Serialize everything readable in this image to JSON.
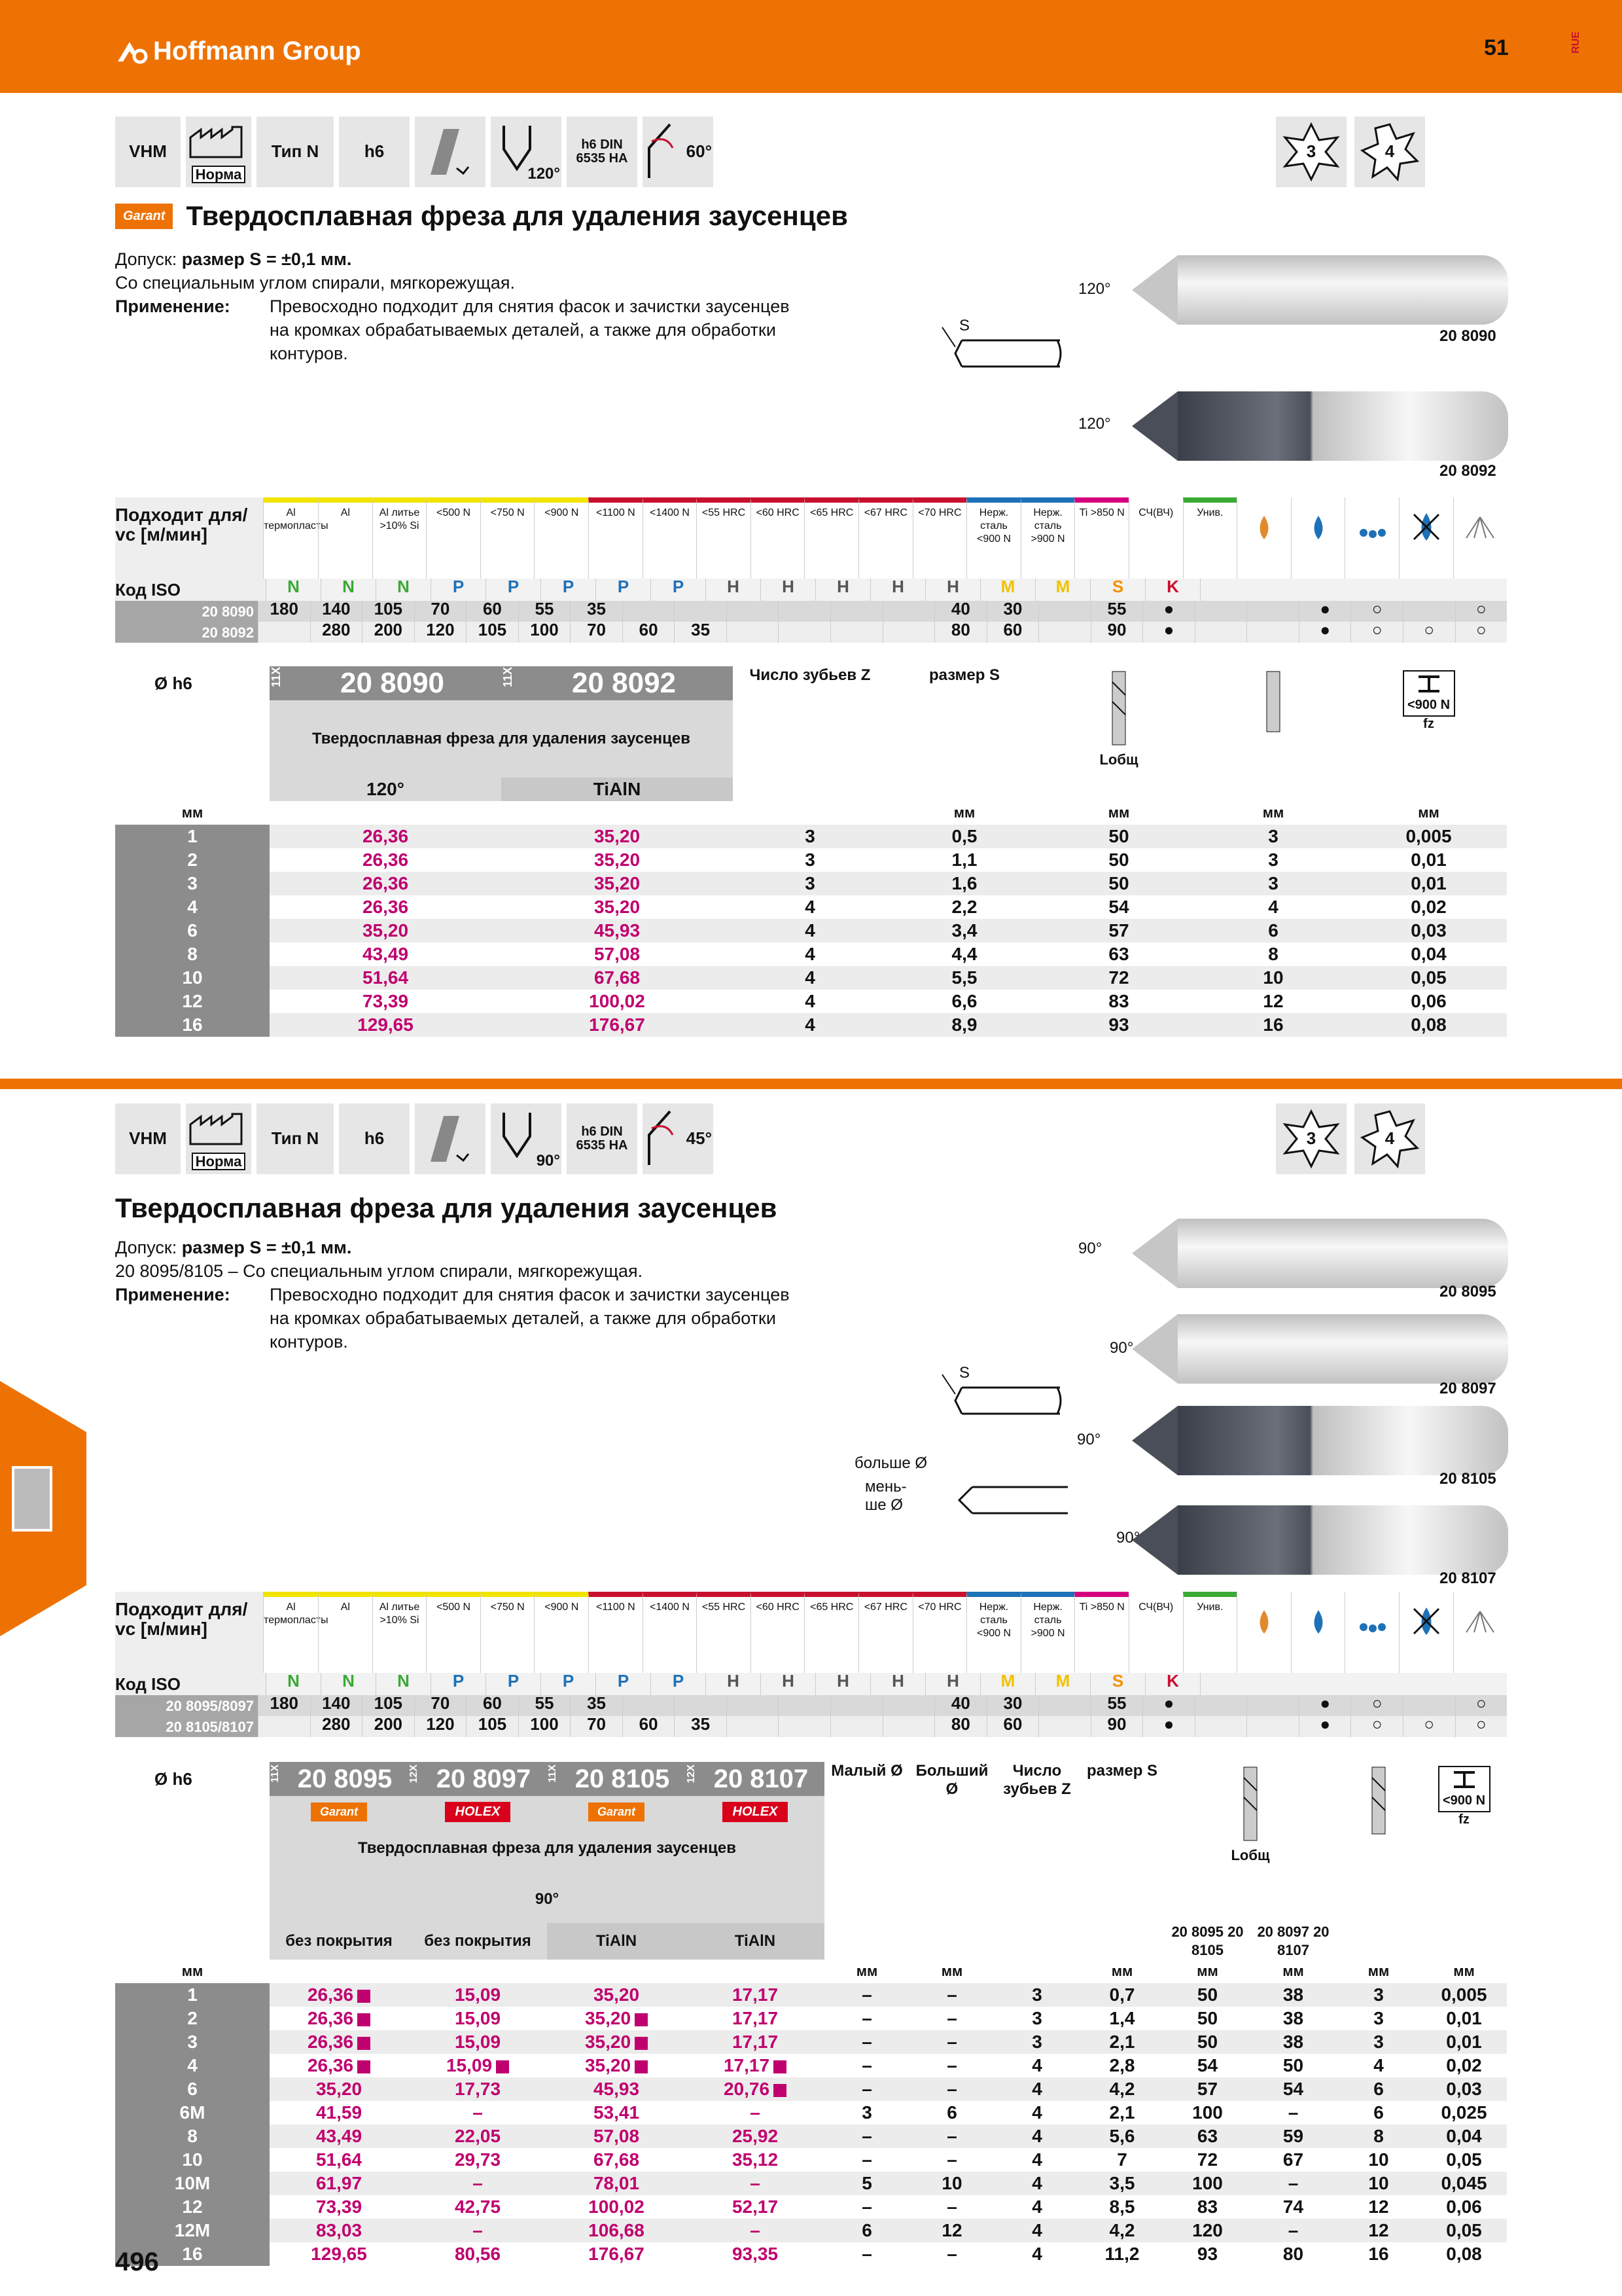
{
  "header": {
    "brand": "Hoffmann Group",
    "page_number": "51",
    "lang": "RUE",
    "footer_page": "496"
  },
  "colors": {
    "brand": "#ee7203",
    "price": "#c0006f"
  },
  "section1": {
    "icons": [
      "VHM",
      "Норма",
      "Тип N",
      "h6",
      "120°",
      "h6 DIN 6535 HA",
      "60°"
    ],
    "teeth": [
      "3",
      "4"
    ],
    "badge": "Garant",
    "title": "Твердосплавная фреза для удаления заусенцев",
    "tolerance_prefix": "Допуск: ",
    "tolerance": "размер S = ±0,1 мм.",
    "line2": "Со специальным углом спирали, мягкорежущая.",
    "app_label": "Применение:",
    "app_text": "Превосходно подходит для снятия фасок и зачистки заусенцев на кромках обрабатываемых деталей, а также для обработки контуров.",
    "drawings": [
      {
        "angle": "120°",
        "art": "20 8090"
      },
      {
        "angle": "120°",
        "art": "20 8092"
      }
    ],
    "s_label": "S",
    "materials": {
      "label": "Подходит для/ vс [м/мин]",
      "iso_label": "Код ISO",
      "cols": [
        "Al термопласты",
        "Al",
        "Al литье >10% Si",
        "<500 N",
        "<750 N",
        "<900 N",
        "<1100 N",
        "<1400 N",
        "<55 HRC",
        "<60 HRC",
        "<65 HRC",
        "<67 HRC",
        "<70 HRC",
        "Нерж. сталь <900 N",
        "Нерж. сталь >900 N",
        "Ti >850 N",
        "СЧ(ВЧ)",
        "Унив."
      ],
      "iso": [
        "N",
        "N",
        "N",
        "P",
        "P",
        "P",
        "P",
        "P",
        "H",
        "H",
        "H",
        "H",
        "H",
        "M",
        "M",
        "S",
        "K",
        ""
      ],
      "rows": [
        {
          "art": "20 8090",
          "values": [
            "180",
            "140",
            "105",
            "70",
            "60",
            "55",
            "35",
            "",
            "",
            "",
            "",
            "",
            "",
            "40",
            "30",
            "",
            "55",
            "●"
          ],
          "cool": [
            "",
            "",
            "●",
            "○",
            "",
            "○"
          ]
        },
        {
          "art": "20 8092",
          "values": [
            "",
            "280",
            "200",
            "120",
            "105",
            "100",
            "70",
            "60",
            "35",
            "",
            "",
            "",
            "",
            "80",
            "60",
            "",
            "90",
            "●"
          ],
          "cool": [
            "",
            "",
            "●",
            "○",
            "○",
            "○"
          ]
        }
      ]
    },
    "table": {
      "dia_head": "Ø h6",
      "code1": "11X",
      "art1": "20 8090",
      "code2": "11X",
      "art2": "20 8092",
      "desc": "Твердосплавная фреза для удаления заусенцев",
      "angle": "120°",
      "coat2": "TiAlN",
      "head_z": "Число зубьев Z",
      "head_s": "размер S",
      "head_l": "Lобщ",
      "head_fz": "fz",
      "head_n": "<900 N",
      "unit": "мм",
      "rows": [
        [
          "1",
          "26,36",
          "35,20",
          "3",
          "0,5",
          "50",
          "3",
          "0,005"
        ],
        [
          "2",
          "26,36",
          "35,20",
          "3",
          "1,1",
          "50",
          "3",
          "0,01"
        ],
        [
          "3",
          "26,36",
          "35,20",
          "3",
          "1,6",
          "50",
          "3",
          "0,01"
        ],
        [
          "4",
          "26,36",
          "35,20",
          "4",
          "2,2",
          "54",
          "4",
          "0,02"
        ],
        [
          "6",
          "35,20",
          "45,93",
          "4",
          "3,4",
          "57",
          "6",
          "0,03"
        ],
        [
          "8",
          "43,49",
          "57,08",
          "4",
          "4,4",
          "63",
          "8",
          "0,04"
        ],
        [
          "10",
          "51,64",
          "67,68",
          "4",
          "5,5",
          "72",
          "10",
          "0,05"
        ],
        [
          "12",
          "73,39",
          "100,02",
          "4",
          "6,6",
          "83",
          "12",
          "0,06"
        ],
        [
          "16",
          "129,65",
          "176,67",
          "4",
          "8,9",
          "93",
          "16",
          "0,08"
        ]
      ]
    }
  },
  "section2": {
    "icons": [
      "VHM",
      "Норма",
      "Тип N",
      "h6",
      "90°",
      "h6 DIN 6535 HA",
      "45°"
    ],
    "teeth": [
      "3",
      "4"
    ],
    "title": "Твердосплавная фреза для удаления заусенцев",
    "tolerance_prefix": "Допуск: ",
    "tolerance": "размер S = ±0,1 мм.",
    "line2": "20 8095/8105 – Со специальным углом спирали, мягкорежущая.",
    "app_label": "Применение:",
    "app_text": "Превосходно подходит для снятия фасок и зачистки заусенцев на кромках обрабатываемых деталей, а также для обработки контуров.",
    "drawings": [
      {
        "angle": "90°",
        "art": "20 8095"
      },
      {
        "angle": "90°",
        "art": "20 8097"
      },
      {
        "angle": "90°",
        "art": "20 8105"
      },
      {
        "angle": "90°",
        "art": "20 8107"
      }
    ],
    "sketch_big": "больше Ø",
    "sketch_small": "мень- ше Ø",
    "s_label": "S",
    "materials": {
      "label": "Подходит для/ vс [м/мин]",
      "iso_label": "Код ISO",
      "rows": [
        {
          "art": "20 8095/8097",
          "values": [
            "180",
            "140",
            "105",
            "70",
            "60",
            "55",
            "35",
            "",
            "",
            "",
            "",
            "",
            "",
            "40",
            "30",
            "",
            "55",
            "●"
          ],
          "cool": [
            "",
            "",
            "●",
            "○",
            "",
            "○"
          ]
        },
        {
          "art": "20 8105/8107",
          "values": [
            "",
            "280",
            "200",
            "120",
            "105",
            "100",
            "70",
            "60",
            "35",
            "",
            "",
            "",
            "",
            "80",
            "60",
            "",
            "90",
            "●"
          ],
          "cool": [
            "",
            "",
            "●",
            "○",
            "○",
            "○"
          ]
        }
      ]
    },
    "table": {
      "dia_head": "Ø h6",
      "arts": [
        {
          "code": "11X",
          "art": "20 8095",
          "brand": "Garant",
          "coat": "без покрытия"
        },
        {
          "code": "12X",
          "art": "20 8097",
          "brand": "HOLEX",
          "coat": "без покрытия"
        },
        {
          "code": "11X",
          "art": "20 8105",
          "brand": "Garant",
          "coat": "TiAlN"
        },
        {
          "code": "12X",
          "art": "20 8107",
          "brand": "HOLEX",
          "coat": "TiAlN"
        }
      ],
      "desc": "Твердосплавная фреза для удаления заусенцев",
      "angle": "90°",
      "head_small": "Малый Ø",
      "head_big": "Больший Ø",
      "head_z": "Число зубьев Z",
      "head_s": "размер S",
      "head_l": "Lобщ",
      "head_l1": "20 8095 20 8105",
      "head_l2": "20 8097 20 8107",
      "head_fz": "fz",
      "head_n": "<900 N",
      "unit": "мм",
      "rows": [
        [
          "1",
          "26,36",
          "15,09",
          "35,20",
          "17,17",
          "–",
          "–",
          "3",
          "0,7",
          "50",
          "38",
          "3",
          "0,005"
        ],
        [
          "2",
          "26,36",
          "15,09",
          "35,20",
          "17,17",
          "–",
          "–",
          "3",
          "1,4",
          "50",
          "38",
          "3",
          "0,01"
        ],
        [
          "3",
          "26,36",
          "15,09",
          "35,20",
          "17,17",
          "–",
          "–",
          "3",
          "2,1",
          "50",
          "38",
          "3",
          "0,01"
        ],
        [
          "4",
          "26,36",
          "15,09",
          "35,20",
          "17,17",
          "–",
          "–",
          "4",
          "2,8",
          "54",
          "50",
          "4",
          "0,02"
        ],
        [
          "6",
          "35,20",
          "17,73",
          "45,93",
          "20,76",
          "–",
          "–",
          "4",
          "4,2",
          "57",
          "54",
          "6",
          "0,03"
        ],
        [
          "6M",
          "41,59",
          "–",
          "53,41",
          "–",
          "3",
          "6",
          "4",
          "2,1",
          "100",
          "–",
          "6",
          "0,025"
        ],
        [
          "8",
          "43,49",
          "22,05",
          "57,08",
          "25,92",
          "–",
          "–",
          "4",
          "5,6",
          "63",
          "59",
          "8",
          "0,04"
        ],
        [
          "10",
          "51,64",
          "29,73",
          "67,68",
          "35,12",
          "–",
          "–",
          "4",
          "7",
          "72",
          "67",
          "10",
          "0,05"
        ],
        [
          "10M",
          "61,97",
          "–",
          "78,01",
          "–",
          "5",
          "10",
          "4",
          "3,5",
          "100",
          "–",
          "10",
          "0,045"
        ],
        [
          "12",
          "73,39",
          "42,75",
          "100,02",
          "52,17",
          "–",
          "–",
          "4",
          "8,5",
          "83",
          "74",
          "12",
          "0,06"
        ],
        [
          "12M",
          "83,03",
          "–",
          "106,68",
          "–",
          "6",
          "12",
          "4",
          "4,2",
          "120",
          "–",
          "12",
          "0,05"
        ],
        [
          "16",
          "129,65",
          "80,56",
          "176,67",
          "93,35",
          "–",
          "–",
          "4",
          "11,2",
          "93",
          "80",
          "16",
          "0,08"
        ]
      ],
      "marks": [
        [
          1,
          0,
          0,
          0
        ],
        [
          1,
          0,
          1,
          0
        ],
        [
          1,
          0,
          1,
          0
        ],
        [
          1,
          1,
          1,
          1
        ],
        [
          0,
          0,
          0,
          1
        ],
        [
          0,
          0,
          0,
          0
        ],
        [
          0,
          0,
          0,
          0
        ],
        [
          0,
          0,
          0,
          0
        ],
        [
          0,
          0,
          0,
          0
        ],
        [
          0,
          0,
          0,
          0
        ],
        [
          0,
          0,
          0,
          0
        ],
        [
          0,
          0,
          0,
          0
        ]
      ]
    }
  }
}
